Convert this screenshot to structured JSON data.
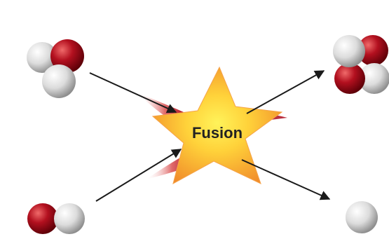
{
  "diagram": {
    "center_label": "Fusion",
    "colors": {
      "proton": "#b3101f",
      "neutron": "#e6e6e6",
      "arrow": "#1a1a1a",
      "burst_outer": "#f29a2e",
      "burst_inner": "#ffe84a",
      "label": "#222222",
      "streak": "#c0392b"
    },
    "particles": [
      {
        "name": "reactant-tritium",
        "protons": 1,
        "neutrons": 2
      },
      {
        "name": "reactant-deuterium",
        "protons": 1,
        "neutrons": 1
      },
      {
        "name": "product-helium-4",
        "protons": 2,
        "neutrons": 2
      },
      {
        "name": "product-neutron",
        "protons": 0,
        "neutrons": 1
      }
    ]
  }
}
